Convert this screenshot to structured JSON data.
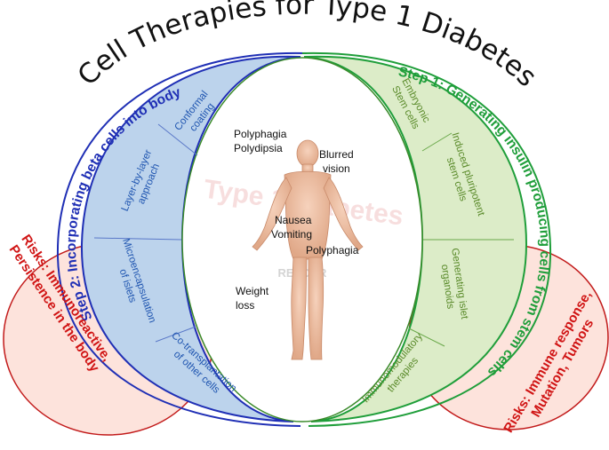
{
  "title": "Cell Therapies for Type 1 Diabetes",
  "step2": {
    "label": "Step 2: Incorporating beta cells into body",
    "items": [
      {
        "line1": "Conformal",
        "line2": "coating"
      },
      {
        "line1": "Layer-by-layer",
        "line2": "approach"
      },
      {
        "line1": "Microencapsulation",
        "line2": "of islets"
      },
      {
        "line1": "Co-transplantation",
        "line2": "of other cells"
      }
    ],
    "risks": {
      "line1": "Risks: Immunoreactive,",
      "line2": "Persistence in the body"
    }
  },
  "step1": {
    "label": "Step 1: Generating insulin producing cells from stem cells",
    "items": [
      {
        "line1": "Embryonic",
        "line2": "Stem cells"
      },
      {
        "line1": "Induced pluripotent",
        "line2": "stem cells"
      },
      {
        "line1": "Generating islet",
        "line2": "organoids"
      },
      {
        "line1": "Immunomodulatory",
        "line2": "therapies"
      }
    ],
    "risks": {
      "line1": "Risks: Immune response,",
      "line2": "Mutation, Tumors"
    }
  },
  "center": {
    "watermark": "Type 1 Diabetes",
    "watermark_sub": "RENDER",
    "symptoms": {
      "polyphagia_top": "Polyphagia",
      "polydipsia": "Polydipsia",
      "blurred": "Blurred",
      "vision": "vision",
      "nausea": "Nausea",
      "vomiting": "Vomiting",
      "polyphagia_right": "Polyphagia",
      "weight": "Weight",
      "loss": "loss"
    }
  },
  "colors": {
    "blue_fill": "#bcd3ec",
    "blue_stroke": "#1f2fb5",
    "green_fill": "#dcecc8",
    "green_stroke": "#1f9e3a",
    "risk_fill": "#fde3dc",
    "risk_stroke": "#c21a1a",
    "body_skin": "#f0c4a8"
  }
}
